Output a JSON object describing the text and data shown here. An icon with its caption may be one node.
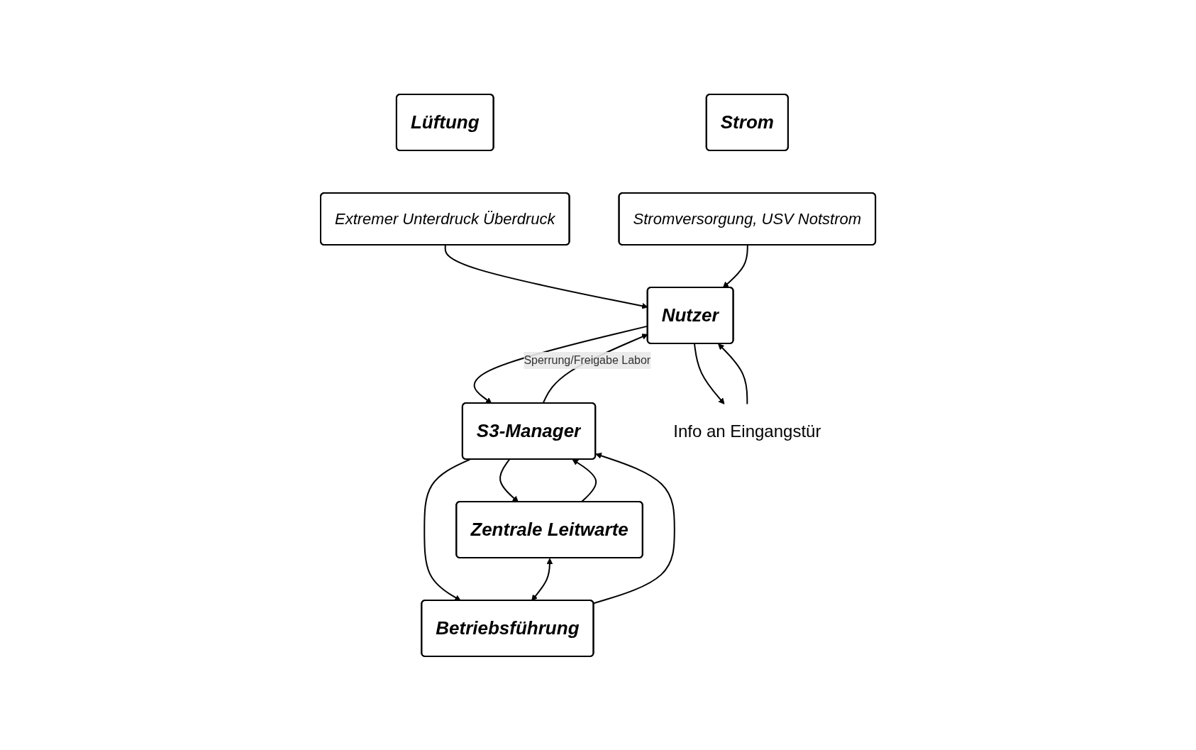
{
  "diagram": {
    "nodes": [
      {
        "text": [
          "Lüftung"
        ]
      },
      {
        "text": [
          "Extremer Unterdruck Überdruck"
        ]
      },
      {
        "text": [
          "Strom"
        ]
      },
      {
        "text": [
          "Stromversorgung, USV Notstrom"
        ]
      },
      {
        "text": [
          "Nutzer"
        ]
      },
      {
        "text": [
          "S3-Manager"
        ]
      },
      {
        "text": [
          "Zentrale Leitwarte"
        ]
      },
      {
        "text": [
          "Betriebsführung"
        ]
      },
      {
        "text": [
          "Info an Eingangstür"
        ]
      }
    ],
    "edges": [
      {
        "from": 1,
        "to": 4,
        "arrow": "to"
      },
      {
        "from": 3,
        "to": 4,
        "arrow": "to"
      },
      {
        "from": 4,
        "to": 5,
        "arrow": "to"
      },
      {
        "from": 5,
        "to": 4,
        "arrow": "to",
        "label": "Sperrung/Freigabe Labor"
      },
      {
        "from": 5,
        "to": 6,
        "arrow": "to"
      },
      {
        "from": 6,
        "to": 5,
        "arrow": "to"
      },
      {
        "from": 5,
        "to": 7,
        "arrow": "to"
      },
      {
        "from": 7,
        "to": 5,
        "arrow": "to"
      },
      {
        "from": 6,
        "to": 7,
        "arrow": "both"
      },
      {
        "from": 4,
        "to": 8,
        "arrow": "to"
      },
      {
        "from": 8,
        "to": 4,
        "arrow": "to"
      }
    ]
  }
}
